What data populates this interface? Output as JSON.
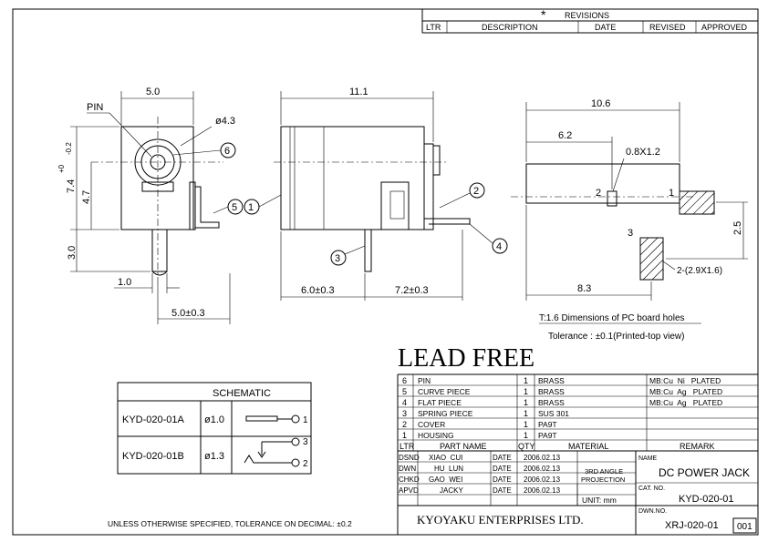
{
  "revisions": {
    "star": "*",
    "title": "REVISIONS",
    "headers": [
      "LTR",
      "DESCRIPTION",
      "DATE",
      "REVISED",
      "APPROVED"
    ]
  },
  "front_view": {
    "dim_width": "5.0",
    "label_pin": "PIN",
    "dim_diameter": "ø4.3",
    "dim_height": "7.4",
    "dim_height_tol_plus": "+0",
    "dim_height_tol_minus": "-0.2",
    "dim_center": "4.7",
    "dim_pin_len": "3.0",
    "dim_pin_w": "1.0",
    "dim_bottom": "5.0±0.3",
    "callout_6": "6",
    "callout_5": "5",
    "callout_1": "1"
  },
  "side_view": {
    "dim_total": "11.1",
    "dim_left": "6.0±0.3",
    "dim_right": "7.2±0.3",
    "callout_2": "2",
    "callout_3": "3",
    "callout_4": "4"
  },
  "pcb_view": {
    "dim_total": "10.6",
    "dim_6_2": "6.2",
    "dim_hole": "0.8X1.2",
    "label_2": "2",
    "label_1": "1",
    "label_3": "3",
    "dim_2_5": "2.5",
    "dim_8_3": "8.3",
    "note_holes": "2-(2.9X1.6)",
    "caption": "T:1.6 Dimensions of PC board holes",
    "tolerance": "Tolerance : ±0.1(Printed-top view)"
  },
  "lead_free": "LEAD FREE",
  "schematic": {
    "title": "SCHEMATIC",
    "rows": [
      {
        "model": "KYD-020-01A",
        "dia": "ø1.0",
        "pin1": "1"
      },
      {
        "model": "KYD-020-01B",
        "dia": "ø1.3",
        "pin3": "3",
        "pin2": "2"
      }
    ]
  },
  "tolerance_note": "UNLESS OTHERWISE SPECIFIED, TOLERANCE ON DECIMAL: ±0.2",
  "bom": {
    "rows": [
      {
        "ltr": "6",
        "part": "PIN",
        "qty": "1",
        "material": "BRASS",
        "remark": "MB:Cu  Ni   PLATED"
      },
      {
        "ltr": "5",
        "part": "CURVE PIECE",
        "qty": "1",
        "material": "BRASS",
        "remark": "MB:Cu  Ag   PLATED"
      },
      {
        "ltr": "4",
        "part": "FLAT PIECE",
        "qty": "1",
        "material": "BRASS",
        "remark": "MB:Cu  Ag   PLATED"
      },
      {
        "ltr": "3",
        "part": "SPRING PIECE",
        "qty": "1",
        "material": "SUS 301",
        "remark": ""
      },
      {
        "ltr": "2",
        "part": "COVER",
        "qty": "1",
        "material": "PA9T",
        "remark": ""
      },
      {
        "ltr": "1",
        "part": "HOUSING",
        "qty": "1",
        "material": "PA9T",
        "remark": ""
      }
    ],
    "headers": {
      "ltr": "LTR",
      "part": "PART NAME",
      "qty": "QTY",
      "material": "MATERIAL",
      "remark": "REMARK"
    }
  },
  "title_block": {
    "sign": [
      {
        "role": "DSND",
        "name": "XIAO  CUI",
        "date_label": "DATE",
        "date": "2006.02.13"
      },
      {
        "role": "DWN",
        "name": "HU  LUN",
        "date_label": "DATE",
        "date": "2006.02.13"
      },
      {
        "role": "CHKD",
        "name": "GAO  WEI",
        "date_label": "DATE",
        "date": "2006.02.13"
      },
      {
        "role": "APVD",
        "name": "JACKY",
        "date_label": "DATE",
        "date": "2006.02.13"
      }
    ],
    "projection_1": "3RD ANGLE",
    "projection_2": "PROJECTION",
    "unit": "UNIT: mm",
    "name_label": "NAME",
    "name": "DC POWER JACK",
    "cat_label": "CAT. NO.",
    "cat": "KYD-020-01",
    "dwn_label": "DWN.NO.",
    "dwn": "XRJ-020-01",
    "sheet": "001",
    "company": "KYOYAKU ENTERPRISES LTD."
  }
}
